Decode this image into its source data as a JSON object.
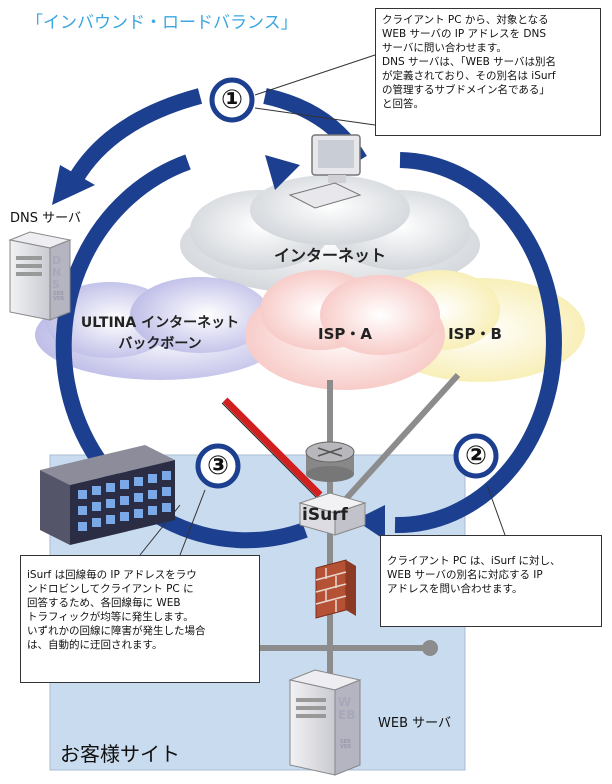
{
  "title": "「インバウンド・ロードバランス」",
  "callout_top": {
    "line1": "クライアント PC から、対象となる",
    "line2": "WEB サーバの IP アドレスを DNS",
    "line3": "サーバに問い合わせます。",
    "line4": "DNS サーバは、「WEB サーバは別名",
    "line5": "が定義されており、その別名は iSurf",
    "line6": "の管理するサブドメイン名である」",
    "line7": "と回答。"
  },
  "callout_right": {
    "line1": "クライアント PC は、iSurf に対し、",
    "line2": "WEB サーバの別名に対応する IP",
    "line3": "アドレスを問い合わせます。"
  },
  "callout_left": {
    "line1": "iSurf は回線毎の IP アドレスをラウ",
    "line2": "ンドロビンしてクライアント PC に",
    "line3": "回答するため、各回線毎に WEB",
    "line4": "トラフィックが均等に発生します。",
    "line5": "いずれかの回線に障害が発生した場合",
    "line6": "は、自動的に迂回されます。"
  },
  "labels": {
    "dns_server": "DNS サーバ",
    "internet": "インターネット",
    "backbone_line1": "ULTINA インターネット",
    "backbone_line2": "バックボーン",
    "isp_a": "ISP・A",
    "isp_b": "ISP・B",
    "isurf": "iSurf",
    "web_server": "WEB サーバ",
    "customer_site": "お客様サイト"
  },
  "server_logos": {
    "dns_big": "DNS",
    "dns_small": "SERVER",
    "web_big": "WEB",
    "web_small": "SERVER"
  },
  "steps": [
    "①",
    "②",
    "③"
  ],
  "colors": {
    "title": "#3aa7e0",
    "arrow": "#1d3f8f",
    "site_bg": "#c9dcef",
    "red_line": "#d22020",
    "gray_line": "#8c8c8c"
  }
}
